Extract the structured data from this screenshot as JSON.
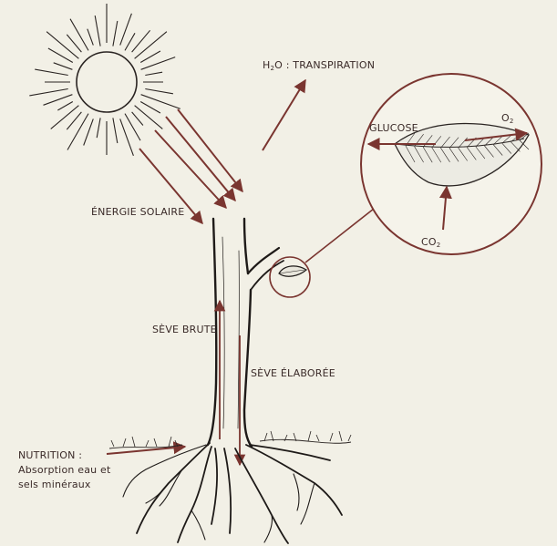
{
  "labels": {
    "energie_solaire": "ÉNERGIE SOLAIRE",
    "transpiration": {
      "h": "H",
      "sub": "2",
      "rest": "O : TRANSPIRATION"
    },
    "glucose": "GLUCOSE",
    "o2": {
      "base": "O",
      "sub": "2"
    },
    "co2": {
      "base": "CO",
      "sub": "2"
    },
    "seve_brute": "SÈVE BRUTE",
    "seve_elaboree": "SÈVE ÉLABORÉE",
    "nutrition": {
      "line1": "NUTRITION :",
      "line2": "Absorption eau et",
      "line3": "sels minéraux"
    }
  },
  "colors": {
    "background": "#f2f0e6",
    "ink": "#1e1a18",
    "arrow": "#7a3530",
    "label": "#3a2a28"
  },
  "icons": {
    "sun": "sun-icon",
    "leaf": "leaf-icon",
    "magnifier": "magnifier-circle"
  }
}
